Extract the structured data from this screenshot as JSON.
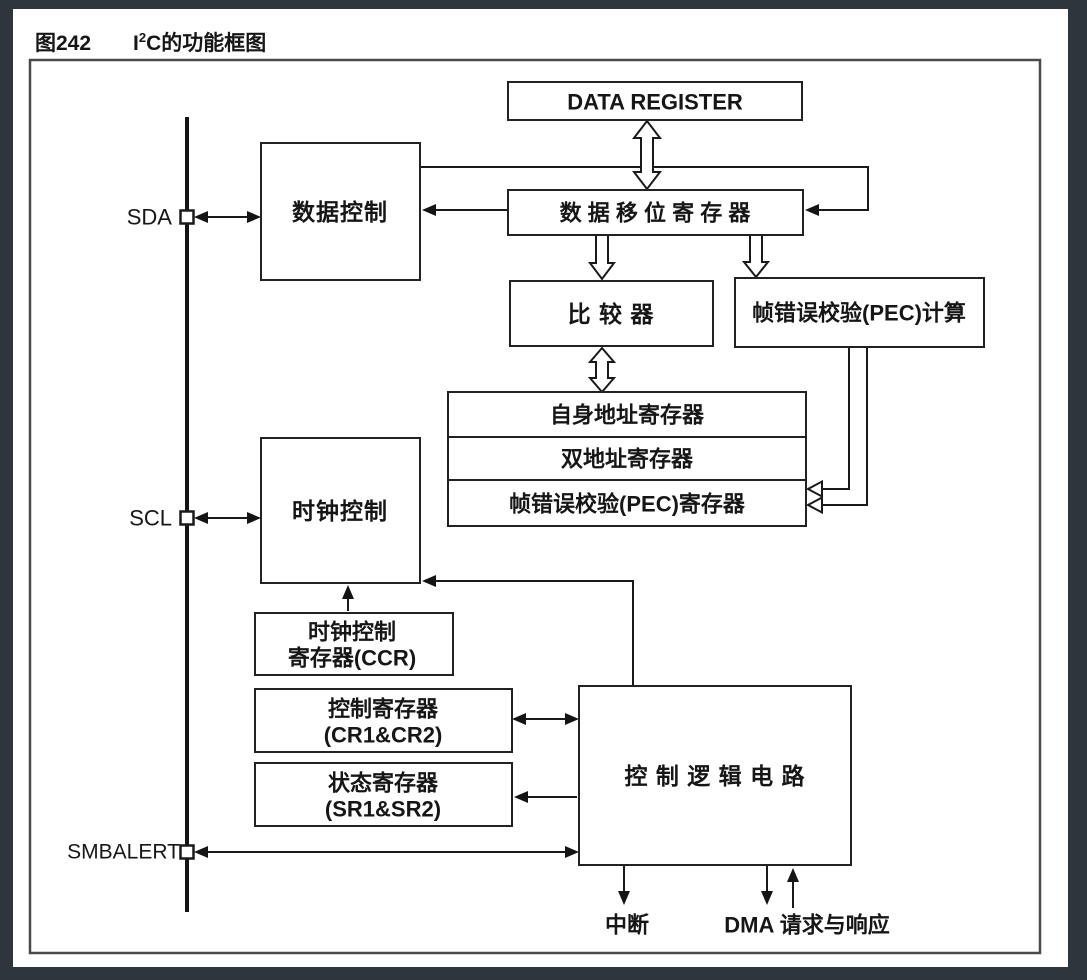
{
  "title": {
    "figure_label": "图242",
    "name_prefix": "I",
    "name_sup": "2",
    "name_rest": "C的功能框图"
  },
  "pins": {
    "sda": "SDA",
    "scl": "SCL",
    "smbalert": "SMBALERT"
  },
  "blocks": {
    "data_register": "DATA REGISTER",
    "data_control": "数据控制",
    "data_shift_register": "数 据 移 位 寄 存 器",
    "comparator": "比 较 器",
    "pec_calculation": "帧错误校验(PEC)计算",
    "own_address_register": "自身地址寄存器",
    "dual_address_register": "双地址寄存器",
    "pec_register": "帧错误校验(PEC)寄存器",
    "clock_control": "时钟控制",
    "clock_control_register_line1": "时钟控制",
    "clock_control_register_line2": "寄存器(CCR)",
    "control_registers_line1": "控制寄存器",
    "control_registers_line2": "(CR1&CR2)",
    "status_registers_line1": "状态寄存器",
    "status_registers_line2": "(SR1&SR2)",
    "control_logic": "控 制 逻 辑 电 路"
  },
  "outputs": {
    "interrupt": "中断",
    "dma": "DMA 请求与响应"
  },
  "colors": {
    "background": "#2e353d",
    "page": "#ffffff",
    "frame_border": "#4a4a4a",
    "line": "#1a1a1a"
  }
}
